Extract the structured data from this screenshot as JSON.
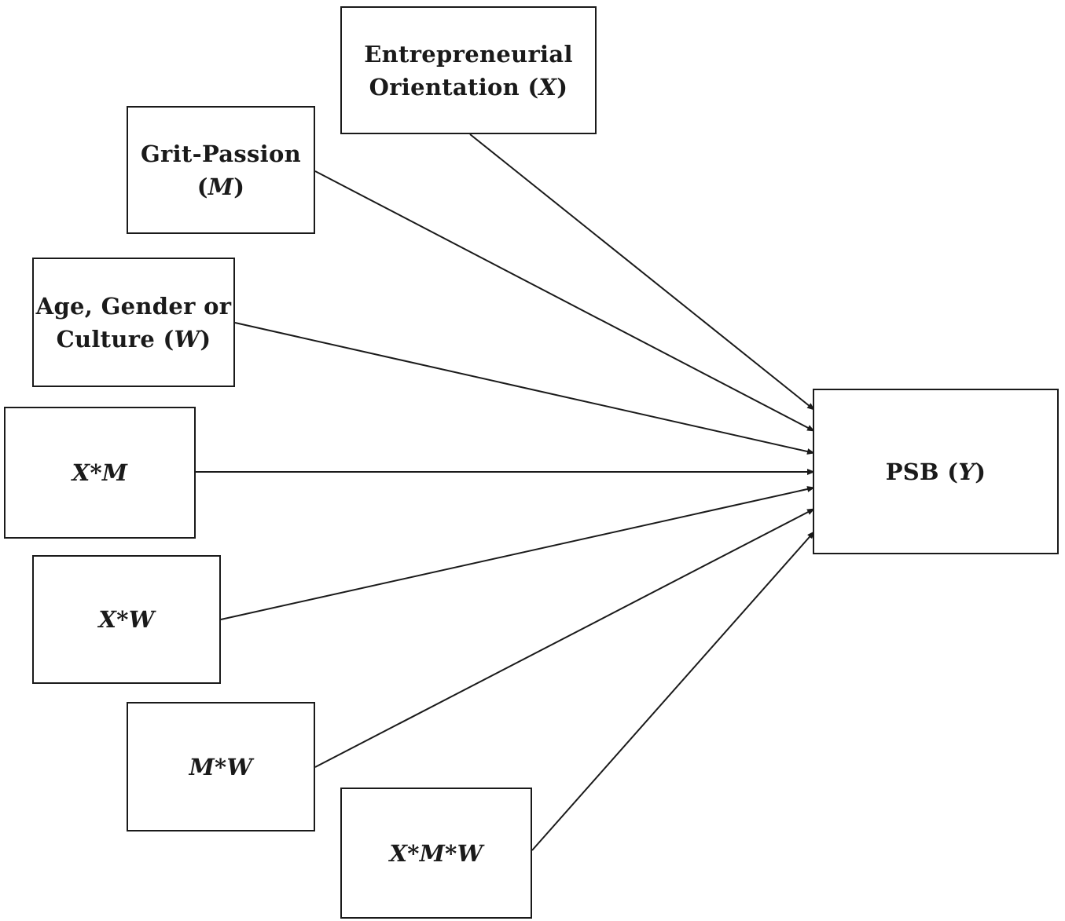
{
  "nodes": {
    "eo": {
      "line1": "Entrepreneurial",
      "line2_text": "Orientation (",
      "line2_var": "X",
      "line2_close": ")"
    },
    "gp": {
      "line1": "Grit-Passion",
      "line2_open": "(",
      "line2_var": "M",
      "line2_close": ")"
    },
    "agc": {
      "line1": "Age, Gender or",
      "line2_text": "Culture (",
      "line2_var": "W",
      "line2_close": ")"
    },
    "xm": {
      "label": "X*M"
    },
    "xw": {
      "label": "X*W"
    },
    "mw": {
      "label": "M*W"
    },
    "xmw": {
      "label": "X*M*W"
    },
    "psb": {
      "text": "PSB (",
      "var": "Y",
      "close": ")"
    }
  },
  "edges": [
    {
      "from": "eo",
      "to": "psb"
    },
    {
      "from": "gp",
      "to": "psb"
    },
    {
      "from": "agc",
      "to": "psb"
    },
    {
      "from": "xm",
      "to": "psb"
    },
    {
      "from": "xw",
      "to": "psb"
    },
    {
      "from": "mw",
      "to": "psb"
    },
    {
      "from": "xmw",
      "to": "psb"
    }
  ],
  "colors": {
    "line": "#1a1a1a",
    "box_border": "#1a1a1a",
    "background": "#ffffff"
  }
}
